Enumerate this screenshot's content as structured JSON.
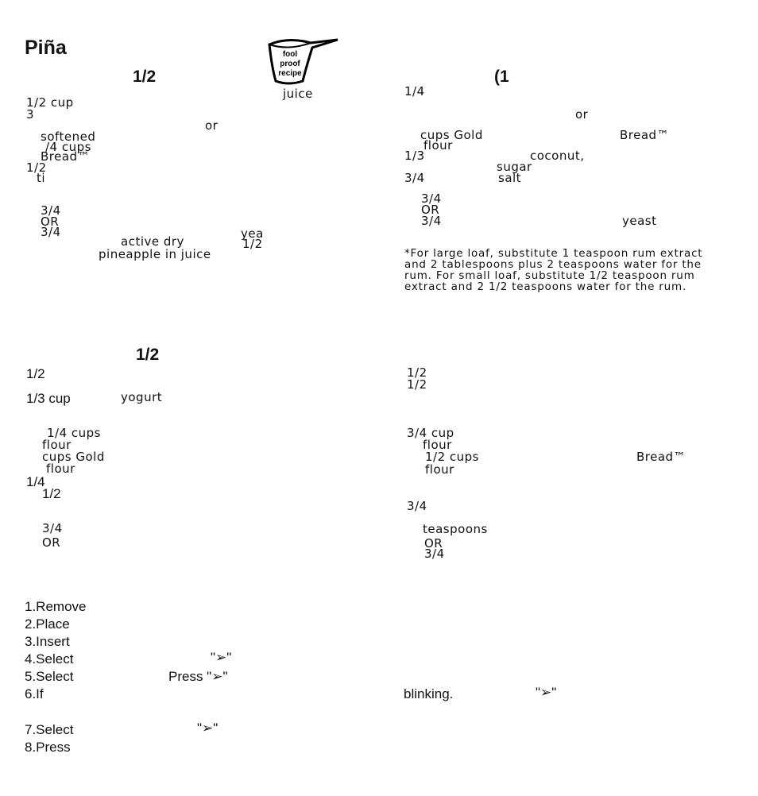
{
  "title": "Piña",
  "logo": {
    "line1": "fool",
    "line2": "proof",
    "line3": "recipe"
  },
  "section1": {
    "heading": "1/2",
    "col1": [
      "1/2 cup",
      "3",
      "softened",
      "/4 cups",
      "Bread™",
      "1/2",
      "ti",
      "3/4",
      "OR",
      "3/4",
      "active dry",
      "pineapple in juice"
    ],
    "col_mid": [
      "juice",
      "or",
      "yea",
      "1/2"
    ]
  },
  "section2": {
    "heading": "(1",
    "lines": [
      "1/4",
      "or",
      "cups Gold",
      "Bread™",
      "flour",
      "1/3",
      "coconut,",
      "sugar",
      "3/4",
      "salt",
      "3/4",
      "OR",
      "3/4",
      "yeast"
    ],
    "footnote": [
      "*For large loaf, substitute 1 teaspoon rum extract",
      "and 2 tablespoons plus 2 teaspoons water for the",
      "rum.  For small loaf, substitute 1/2 teaspoon rum",
      "extract and 2 1/2 teaspoons water for the rum."
    ]
  },
  "section3": {
    "heading": "1/2",
    "lines": [
      "1/2",
      "1/3 cup",
      "yogurt",
      "1/4 cups",
      "flour",
      "cups Gold",
      "flour",
      "1/4",
      "1/2",
      "3/4",
      "OR"
    ]
  },
  "section4": {
    "lines": [
      "1/2",
      "1/2",
      "3/4 cup",
      "flour",
      "1/2 cups",
      "Bread™",
      "flour",
      "3/4",
      "teaspoons",
      "OR",
      "3/4"
    ]
  },
  "steps": {
    "s1": "1.Remove",
    "s2": "2.Place",
    "s3": "3.Insert",
    "s4": "4.Select",
    "s4b": "\"➢\"",
    "s5": "5.Select",
    "s5b": "Press \"➢\"",
    "s6": "6.If",
    "s6b": "blinking.",
    "s6c": "\"➢\"",
    "s7": "7.Select",
    "s7b": "\"➢\"",
    "s8": "8.Press"
  }
}
